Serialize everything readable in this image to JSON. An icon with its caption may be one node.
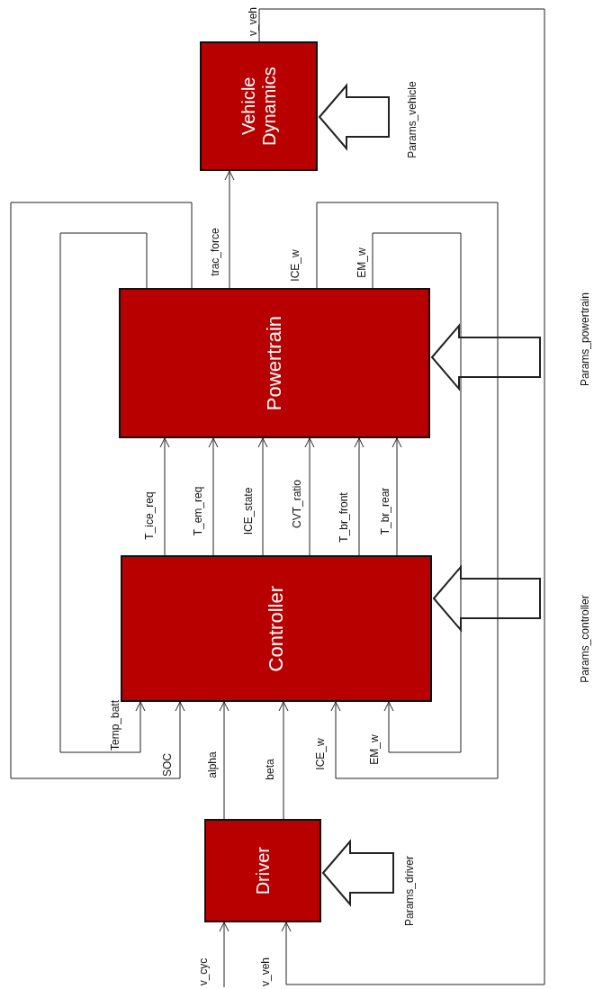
{
  "diagram": {
    "nodes": [
      {
        "text": [
          "Vehicle Dynamics"
        ]
      },
      {
        "text": [
          "Params_vehicle"
        ]
      },
      {
        "text": [
          "Powertrain"
        ]
      },
      {
        "text": [
          "Params_powertrain"
        ]
      },
      {
        "text": [
          "Controller"
        ]
      },
      {
        "text": [
          "Params_controller"
        ]
      },
      {
        "text": [
          "Driver"
        ]
      },
      {
        "text": [
          "Params_driver"
        ]
      }
    ],
    "edges": [
      {
        "from": 2,
        "to": 0,
        "arrow": "to",
        "label": "trac_force"
      },
      {
        "from": 0,
        "to": 6,
        "arrow": "to",
        "label": "v_veh"
      },
      {
        "from": 1,
        "to": 0,
        "arrow": "to",
        "style": "thick"
      },
      {
        "from": 3,
        "to": 2,
        "arrow": "to",
        "style": "thick"
      },
      {
        "from": 5,
        "to": 4,
        "arrow": "to",
        "style": "thick"
      },
      {
        "from": 7,
        "to": 6,
        "arrow": "to",
        "style": "thick"
      },
      {
        "from": 4,
        "to": 2,
        "arrow": "to",
        "label": "T_ice_req"
      },
      {
        "from": 4,
        "to": 2,
        "arrow": "to",
        "label": "T_em_req"
      },
      {
        "from": 4,
        "to": 2,
        "arrow": "to",
        "label": "ICE_state"
      },
      {
        "from": 4,
        "to": 2,
        "arrow": "to",
        "label": "CVT_ratio"
      },
      {
        "from": 4,
        "to": 2,
        "arrow": "to",
        "label": "T_br_front"
      },
      {
        "from": 4,
        "to": 2,
        "arrow": "to",
        "label": "T_br_rear"
      },
      {
        "from": 2,
        "to": 4,
        "arrow": "to",
        "label": "Temp_batt"
      },
      {
        "from": 2,
        "to": 4,
        "arrow": "to",
        "label": "SOC"
      },
      {
        "from": 2,
        "to": 4,
        "arrow": "to",
        "label": "ICE_w"
      },
      {
        "from": 2,
        "to": 4,
        "arrow": "to",
        "label": "EM_w"
      },
      {
        "from": 6,
        "to": 4,
        "arrow": "to",
        "label": "alpha"
      },
      {
        "from": 6,
        "to": 4,
        "arrow": "to",
        "label": "beta"
      },
      {
        "from": null,
        "to": 6,
        "arrow": "to",
        "label": "v_cyc"
      }
    ],
    "labels": [
      "ICE_w",
      "EM_w",
      "v_veh"
    ]
  }
}
